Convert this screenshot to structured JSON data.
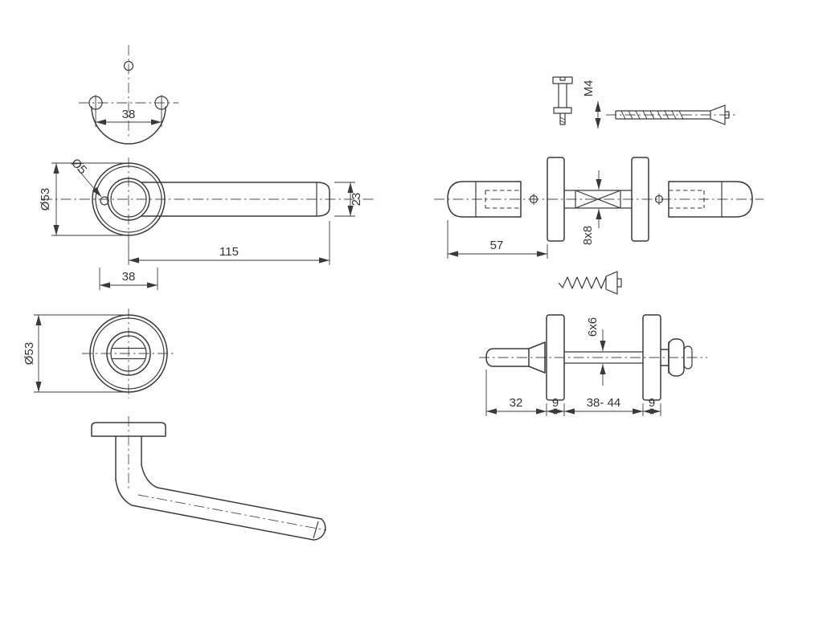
{
  "background": "#ffffff",
  "line_color": "#3a3a3a",
  "views": {
    "rose_top": {
      "hole_spacing": "38"
    },
    "handle_front": {
      "rose_diameter": "Ø53",
      "screw_hole_diameter": "Ø5",
      "lever_width": "23",
      "lever_length": "115",
      "hole_spacing": "38"
    },
    "rose_front": {
      "diameter": "Ø53"
    },
    "fixing_screw": {
      "thread": "M4"
    },
    "lever_assembly": {
      "spindle_section": "8x8",
      "neck_length": "57"
    },
    "turn_assembly": {
      "spindle_section": "6x6",
      "knob_length": "32",
      "rose_thickness_left": "9",
      "door_thickness_range": "38- 44",
      "rose_thickness_right": "9"
    }
  }
}
